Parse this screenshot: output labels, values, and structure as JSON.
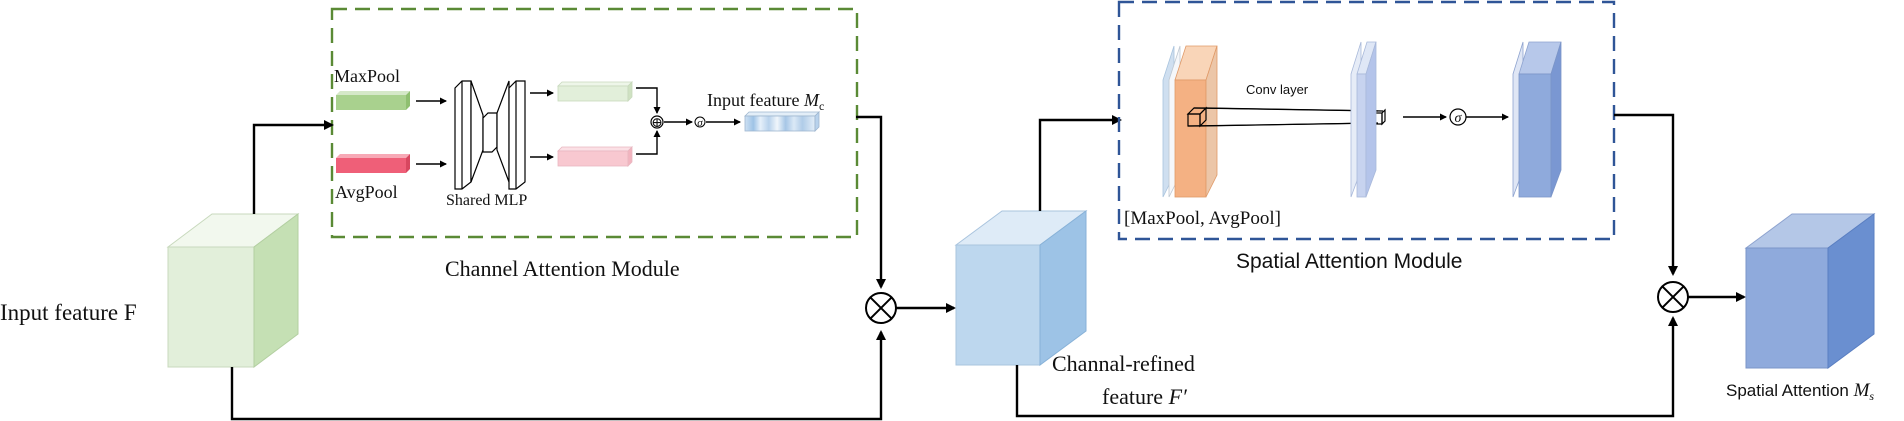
{
  "input_feature_label": "Input feature F",
  "channel_module": {
    "title": "Channel Attention Module",
    "maxpool_label": "MaxPool",
    "avgpool_label": "AvgPool",
    "mlp_label": "Shared MLP",
    "plus_symbol": "⊕",
    "sigma_symbol": "σ",
    "output_label_prefix": "Input feature ",
    "output_label_var": "M",
    "output_label_sub": "c"
  },
  "refined_label_line1": "Channal-refined",
  "refined_label_line2_prefix": "feature ",
  "refined_label_var": "F′",
  "spatial_module": {
    "title": "Spatial Attention Module",
    "conv_label": "Conv layer",
    "pool_label": "[MaxPool, AvgPool]",
    "sigma_symbol": "σ"
  },
  "output_label_prefix": "Spatial Attention ",
  "output_label_var": "M",
  "output_label_sub": "s",
  "multiply_symbol": "⊗",
  "colors": {
    "channel_box_border": "#5a8a35",
    "spatial_box_border": "#2f5597",
    "input_cube_front": "#e2efda",
    "input_cube_side": "#c5e0b4",
    "refined_cube_front": "#bdd7ee",
    "refined_cube_side": "#9dc3e6",
    "output_cube_front": "#8faadc",
    "output_cube_side": "#6a8fd0",
    "maxpool_bar": "#a9d18e",
    "avgpool_bar": "#ef5f78",
    "mlp_out_top": "#e2efda",
    "mlp_out_bottom": "#f8c8d0",
    "pool_map_front": "#f4b183",
    "conv_map": "#c7d3ef",
    "attn_map": "#8faadc"
  }
}
